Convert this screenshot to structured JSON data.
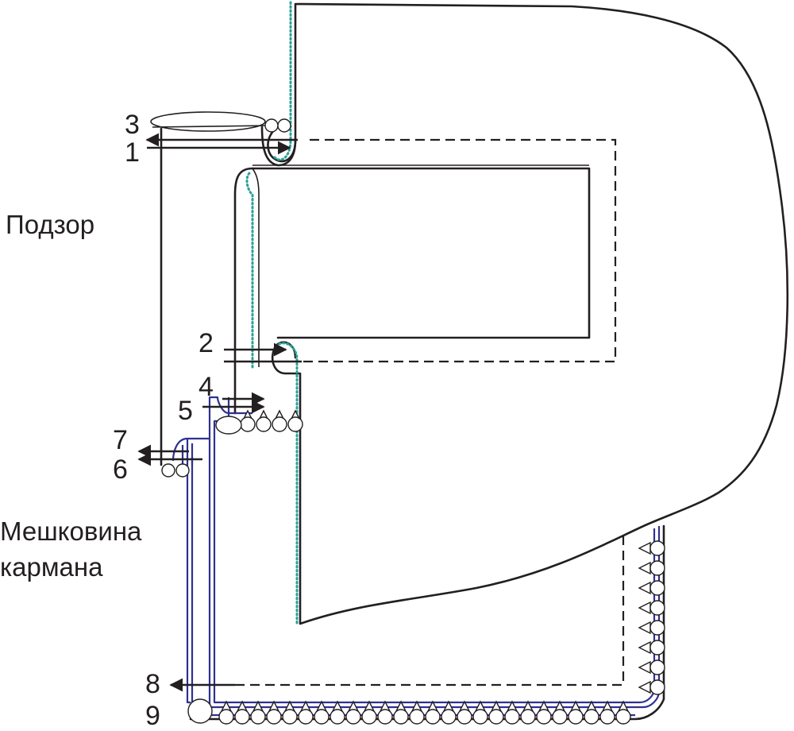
{
  "labels": {
    "podzor": "Подзор",
    "meshkovina_line1": "Мешковина",
    "meshkovina_line2": "кармана"
  },
  "numbers": [
    "1",
    "2",
    "3",
    "4",
    "5",
    "6",
    "7",
    "8",
    "9"
  ],
  "colors": {
    "outline": "#231f20",
    "lining": "#2e3192",
    "stitch_teal": "#2aa198"
  }
}
